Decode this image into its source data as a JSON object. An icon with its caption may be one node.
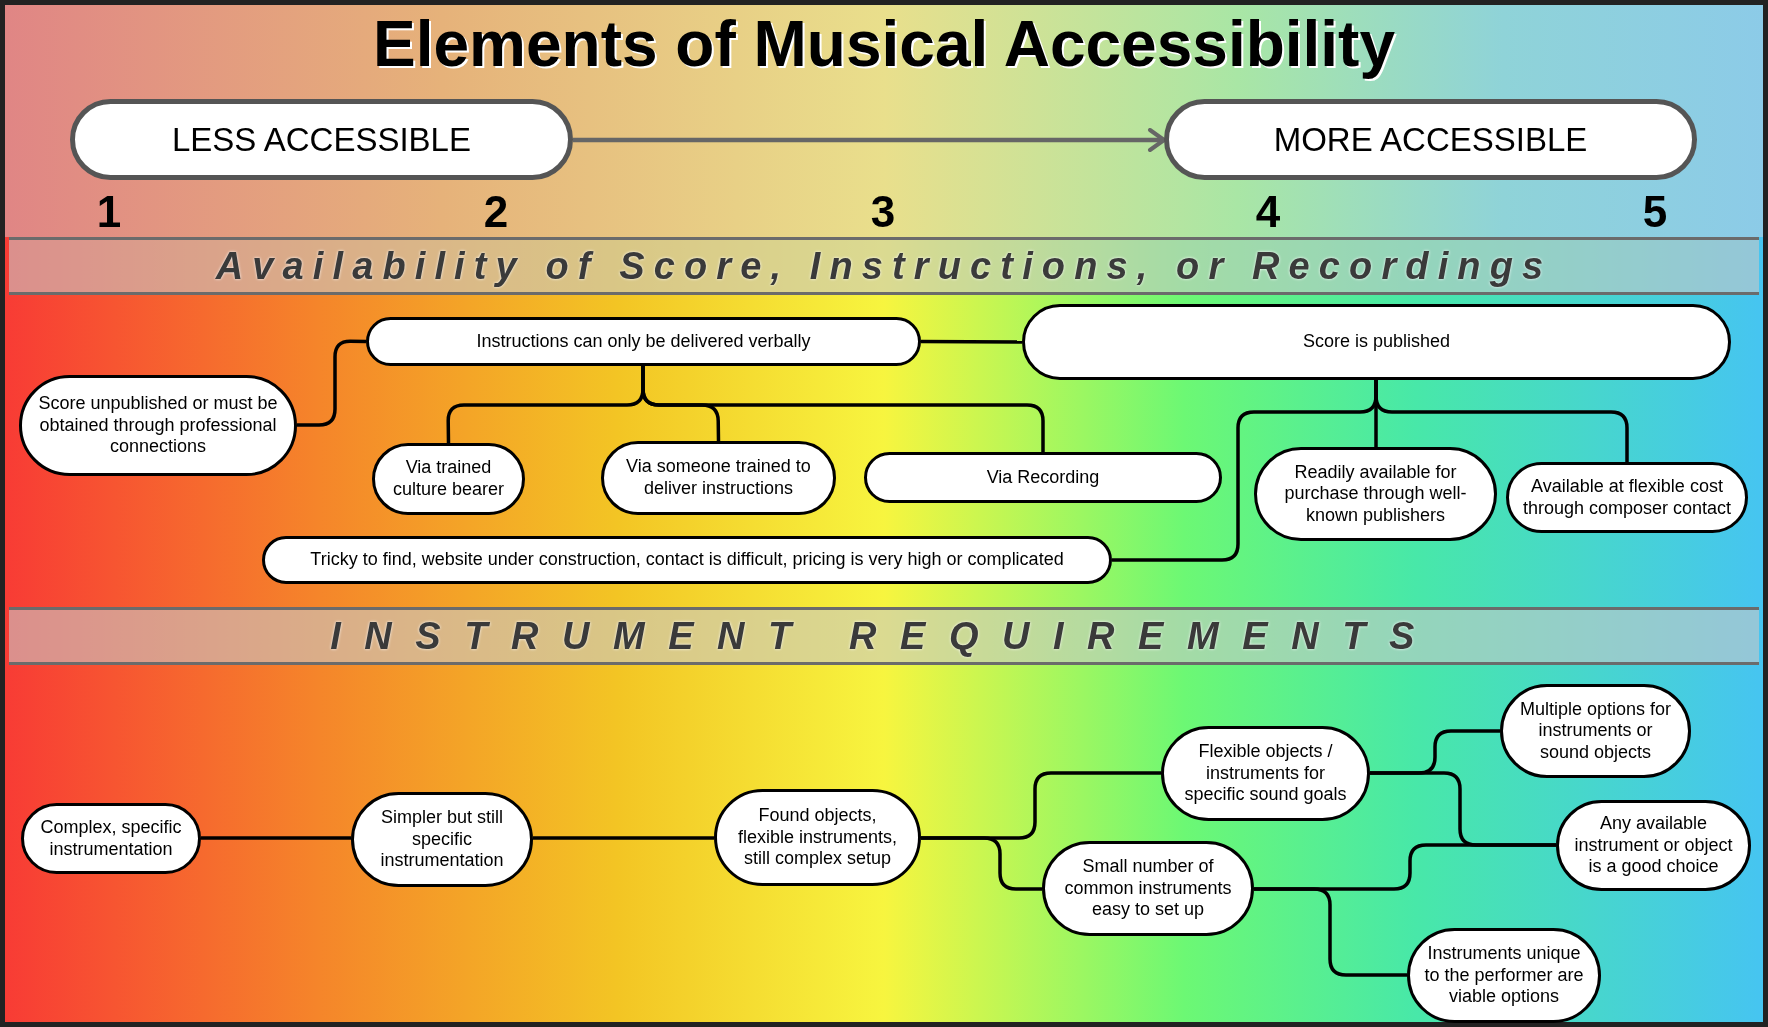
{
  "diagram": {
    "title": "Elements of Musical Accessibility",
    "nodes": [
      {
        "text": [
          "LESS ACCESSIBLE"
        ]
      },
      {
        "text": [
          "MORE ACCESSIBLE"
        ]
      },
      {
        "text": [
          "Availability of Score, Instructions, or Recordings"
        ]
      },
      {
        "text": [
          "Score unpublished or must be obtained through professional connections"
        ]
      },
      {
        "text": [
          "Instructions can only be delivered verbally"
        ]
      },
      {
        "text": [
          "Score is published"
        ]
      },
      {
        "text": [
          "Via trained culture bearer"
        ]
      },
      {
        "text": [
          "Via someone trained to deliver instructions"
        ]
      },
      {
        "text": [
          "Via Recording"
        ]
      },
      {
        "text": [
          "Tricky to find, website under construction, contact is difficult, pricing is very high or complicated"
        ]
      },
      {
        "text": [
          "Readily available for purchase through well-known publishers"
        ]
      },
      {
        "text": [
          "Available at flexible cost through composer contact"
        ]
      },
      {
        "text": [
          "INSTRUMENT REQUIREMENTS"
        ]
      },
      {
        "text": [
          "Complex, specific instrumentation"
        ]
      },
      {
        "text": [
          "Simpler but still specific instrumentation"
        ]
      },
      {
        "text": [
          "Found objects, flexible instruments, still complex setup"
        ]
      },
      {
        "text": [
          "Flexible objects / instruments for specific sound goals"
        ]
      },
      {
        "text": [
          "Multiple options for instruments or sound objects"
        ]
      },
      {
        "text": [
          "Small number of common instruments easy to set up"
        ]
      },
      {
        "text": [
          "Any available instrument or object is a good choice"
        ]
      },
      {
        "text": [
          "Instruments unique to the performer are viable options"
        ]
      }
    ],
    "edges": [
      {
        "from": 0,
        "to": 1,
        "arrow": "to",
        "color": "#666666"
      },
      {
        "from": 3,
        "to": 4,
        "arrow": "none"
      },
      {
        "from": 4,
        "to": 5,
        "arrow": "none"
      },
      {
        "from": 4,
        "to": 6,
        "arrow": "none"
      },
      {
        "from": 4,
        "to": 7,
        "arrow": "none"
      },
      {
        "from": 4,
        "to": 8,
        "arrow": "none"
      },
      {
        "from": 5,
        "to": 9,
        "arrow": "none"
      },
      {
        "from": 5,
        "to": 10,
        "arrow": "none"
      },
      {
        "from": 5,
        "to": 11,
        "arrow": "none"
      },
      {
        "from": 13,
        "to": 14,
        "arrow": "none"
      },
      {
        "from": 14,
        "to": 15,
        "arrow": "none"
      },
      {
        "from": 15,
        "to": 16,
        "arrow": "none"
      },
      {
        "from": 15,
        "to": 18,
        "arrow": "none"
      },
      {
        "from": 16,
        "to": 17,
        "arrow": "none"
      },
      {
        "from": 16,
        "to": 19,
        "arrow": "none"
      },
      {
        "from": 18,
        "to": 19,
        "arrow": "none"
      },
      {
        "from": 18,
        "to": 20,
        "arrow": "none"
      }
    ],
    "labels": [
      "1",
      "2",
      "3",
      "4",
      "5"
    ]
  }
}
